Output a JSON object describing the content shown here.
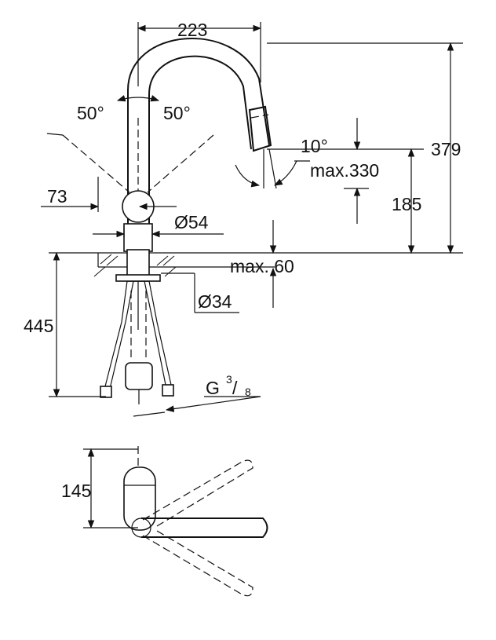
{
  "diagram": {
    "dimensions": {
      "width_223": "223",
      "height_379": "379",
      "height_185": "185",
      "reach_max330": "max.330",
      "angle_10": "10°",
      "swivel_left": "50°",
      "swivel_right": "50°",
      "offset_73": "73",
      "hole_54": "Ø54",
      "deck_max60": "max. 60",
      "bore_34": "Ø34",
      "hose_445": "445",
      "thread_g": "G",
      "thread_num": "3",
      "thread_den": "8",
      "depth_145": "145"
    },
    "colors": {
      "line": "#111111",
      "background": "#ffffff"
    }
  }
}
